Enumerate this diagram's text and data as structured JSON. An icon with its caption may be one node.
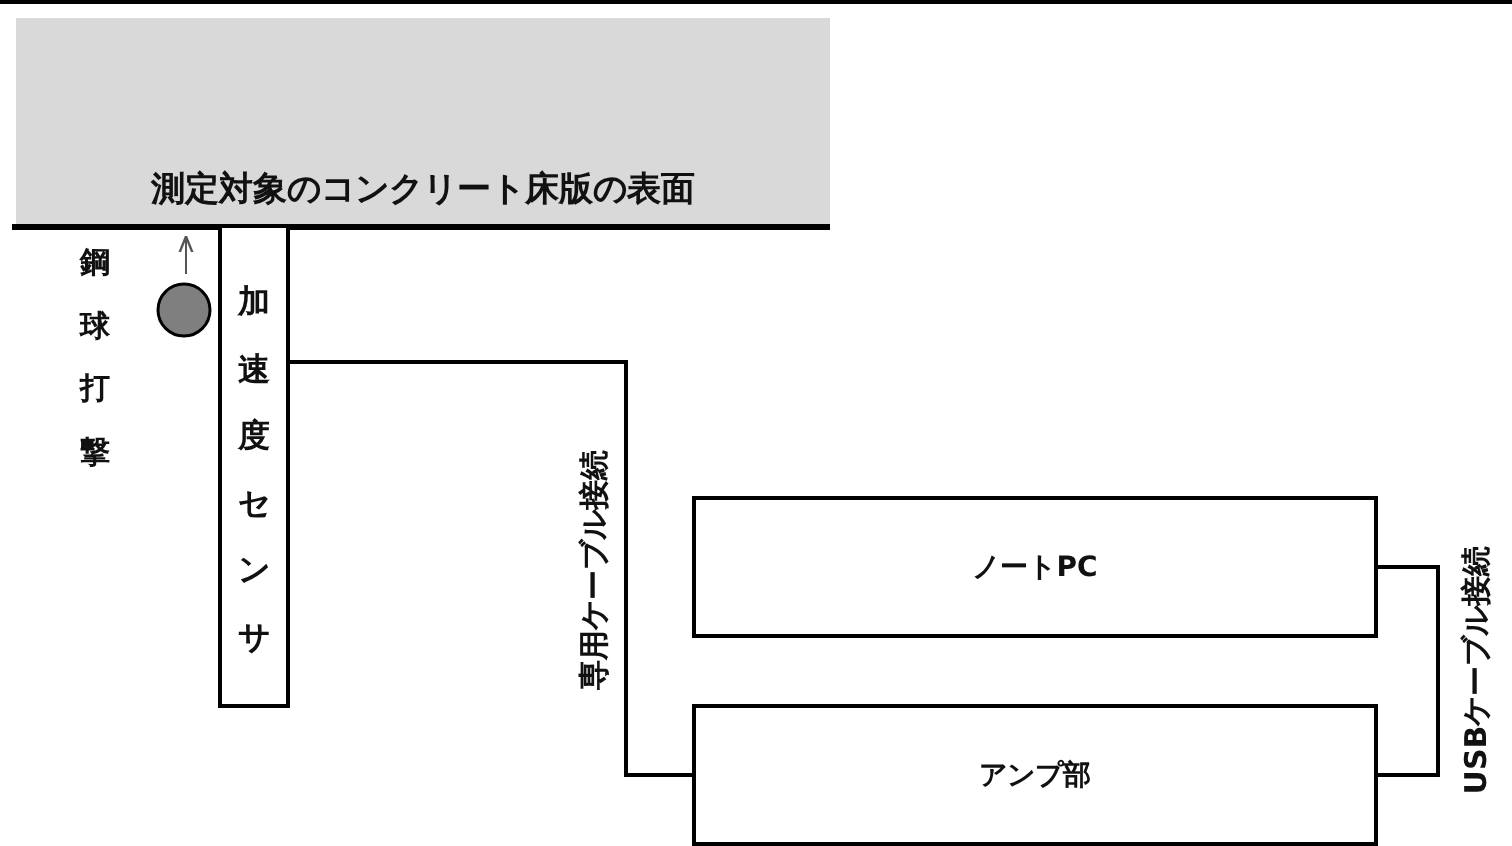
{
  "diagram": {
    "nodes": [
      {
        "text": [
          "測定対象のコンクリート床版の表面"
        ]
      },
      {
        "text": [
          "加速度センサ"
        ]
      },
      {
        "text": [],
        "shape": "circle"
      },
      {
        "text": [
          "ノートPC"
        ]
      },
      {
        "text": [
          "アンプ部"
        ]
      }
    ],
    "edges": [
      {
        "from": 1,
        "to": 4,
        "arrow": "none",
        "label": "専用ケーブル接続"
      },
      {
        "from": 4,
        "to": 3,
        "arrow": "none",
        "label": "USBケーブル接続"
      },
      {
        "from": 2,
        "to": 0,
        "arrow": "to",
        "color": "#555555"
      }
    ],
    "labels": [
      "鋼球打撃"
    ]
  }
}
